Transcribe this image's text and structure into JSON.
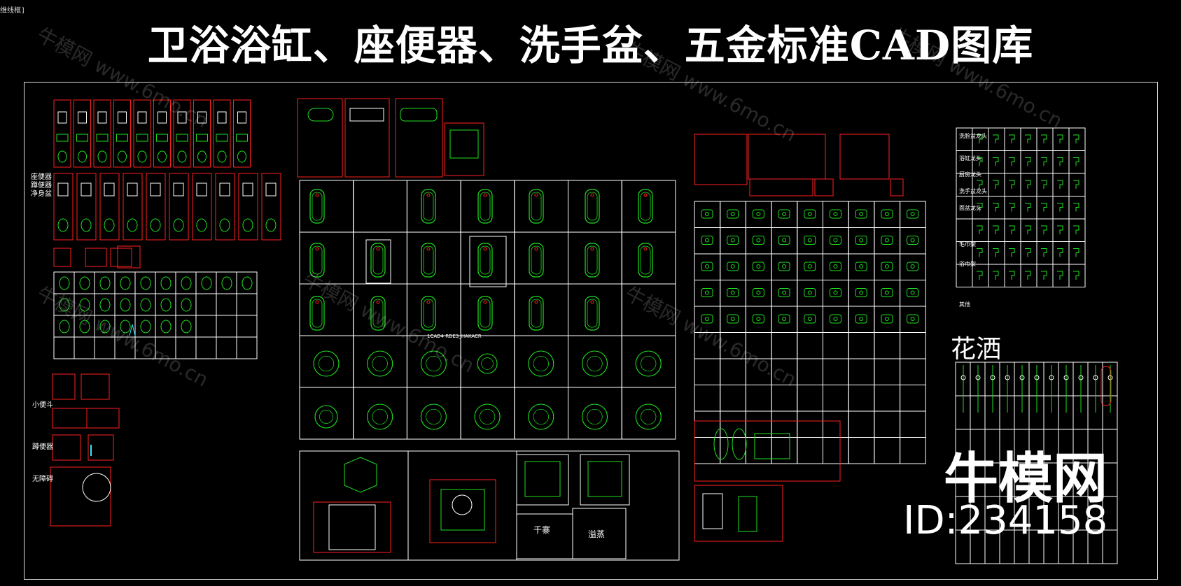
{
  "viewport_label": "维线框]",
  "title": "卫浴浴缸、座便器、洗手盆、五金标准CAD图库",
  "shower_label": "花洒",
  "brand_text": "牛模网",
  "id_text": "ID:234158",
  "watermarks": [
    "牛模网 www.6mo.cn",
    "牛模网 www.6mo.cn",
    "牛模网 www.6mo.cn",
    "牛模网 www.6mo.cn",
    "牛模网 www.6mo.cn",
    "牛模网 www.6mo.cn"
  ],
  "bathtub_label": "1CAD4 RDE3_HAKACR",
  "small_labels": [
    "千寨",
    "溢蒸"
  ],
  "left_side_labels": [
    "座便器\n蹲便器\n净身盆",
    "小便斗",
    "蹲便器",
    "无障碍"
  ],
  "hardware_row_labels": [
    "洗脸盆龙头",
    "浴缸龙头",
    "厨房龙头",
    "洗手盆龙头",
    "面盆龙头",
    "毛巾架",
    "浴巾架",
    "其他"
  ],
  "colors": {
    "background": "#000000",
    "line": "#ffffff",
    "frame": "#ff2020",
    "symbol": "#1fe01f",
    "accent": "#ff3cff",
    "cyan": "#2ee6ff"
  }
}
